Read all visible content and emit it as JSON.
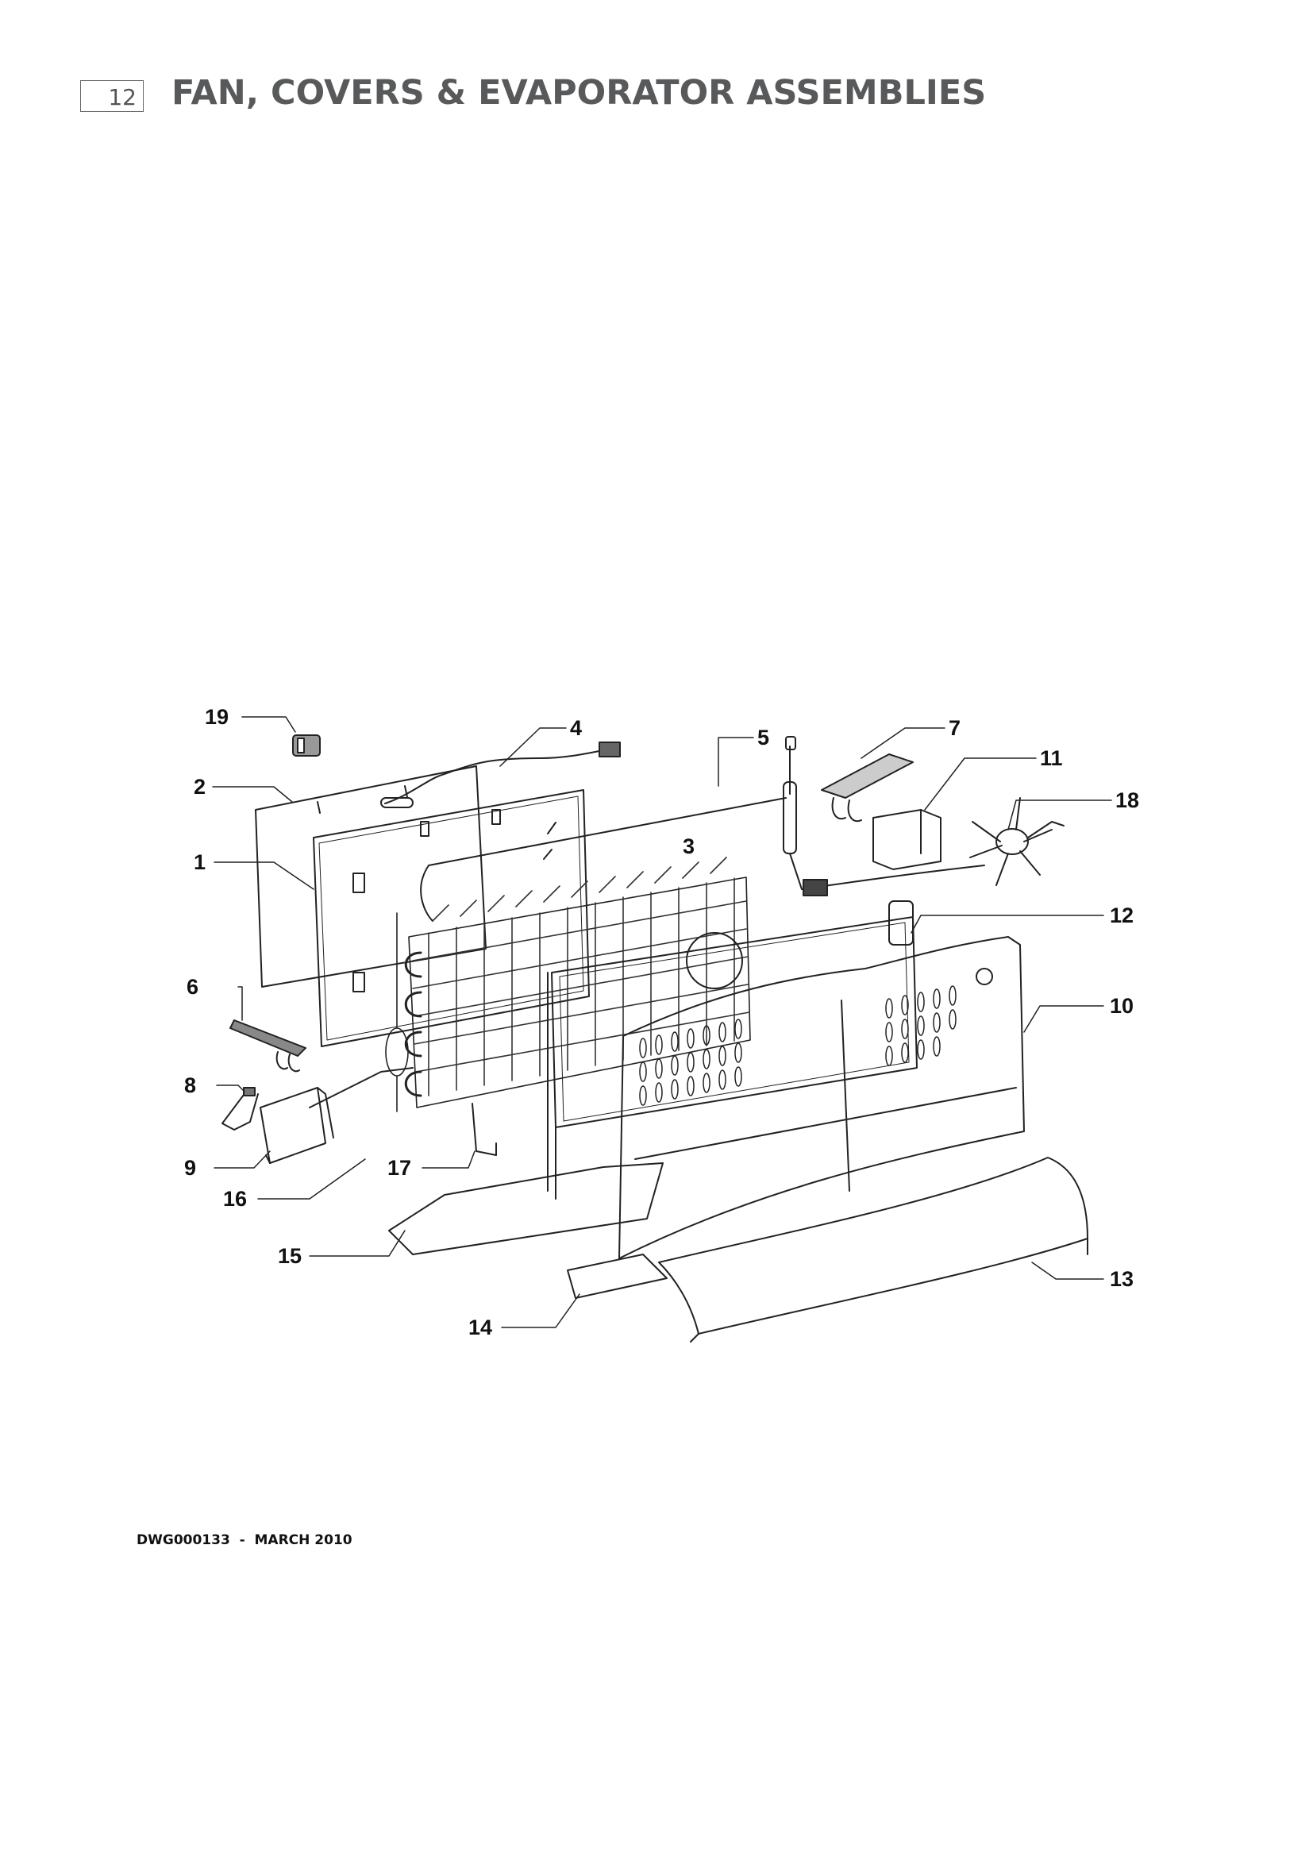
{
  "header": {
    "page_number": "12",
    "title": "FAN, COVERS & EVAPORATOR ASSEMBLIES"
  },
  "diagram": {
    "callouts": [
      "1",
      "2",
      "3",
      "4",
      "5",
      "6",
      "7",
      "8",
      "9",
      "10",
      "11",
      "12",
      "13",
      "14",
      "15",
      "16",
      "17",
      "18",
      "19"
    ]
  },
  "footer": {
    "drawing_ref": "DWG000133  -  MARCH 2010"
  }
}
